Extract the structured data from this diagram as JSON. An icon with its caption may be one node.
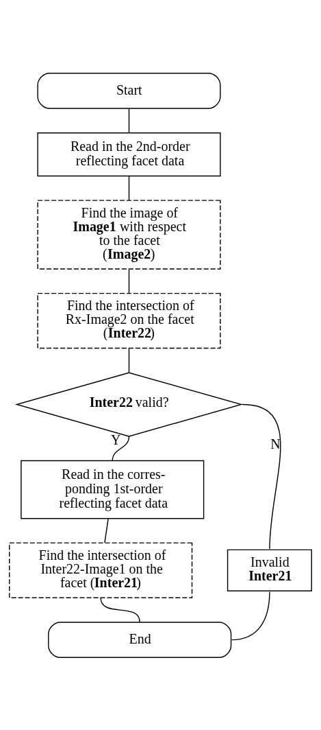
{
  "diagram": {
    "nodes": [
      {
        "text": [
          "Start"
        ]
      },
      {
        "text": [
          "Read in the 2nd-order reflecting facet data"
        ]
      },
      {
        "text": [
          "Find the image of **Image1** with respect to the facet (**Image2**)"
        ]
      },
      {
        "text": [
          "Find the intersection of Rx-Image2 on the facet (**Inter22**)"
        ]
      },
      {
        "text": [
          "**Inter22** valid?"
        ]
      },
      {
        "text": [
          "Read in the corres- ponding 1st-order reflecting facet data"
        ]
      },
      {
        "text": [
          "Find the intersection of Inter22-Image1 on the facet (**Inter21**)"
        ]
      },
      {
        "text": [
          "Invalid **Inter21**"
        ]
      },
      {
        "text": [
          "End"
        ]
      }
    ],
    "edges": [
      {
        "from": 0,
        "to": 1,
        "arrow": "none"
      },
      {
        "from": 1,
        "to": 2,
        "arrow": "none"
      },
      {
        "from": 2,
        "to": 3,
        "arrow": "none"
      },
      {
        "from": 3,
        "to": 4,
        "arrow": "none"
      },
      {
        "from": 4,
        "to": 5,
        "arrow": "none",
        "label": "Y"
      },
      {
        "from": 5,
        "to": 6,
        "arrow": "none"
      },
      {
        "from": 6,
        "to": 8,
        "arrow": "none"
      },
      {
        "from": 4,
        "to": 7,
        "arrow": "none",
        "label": "N"
      },
      {
        "from": 7,
        "to": 8,
        "arrow": "none"
      }
    ]
  }
}
